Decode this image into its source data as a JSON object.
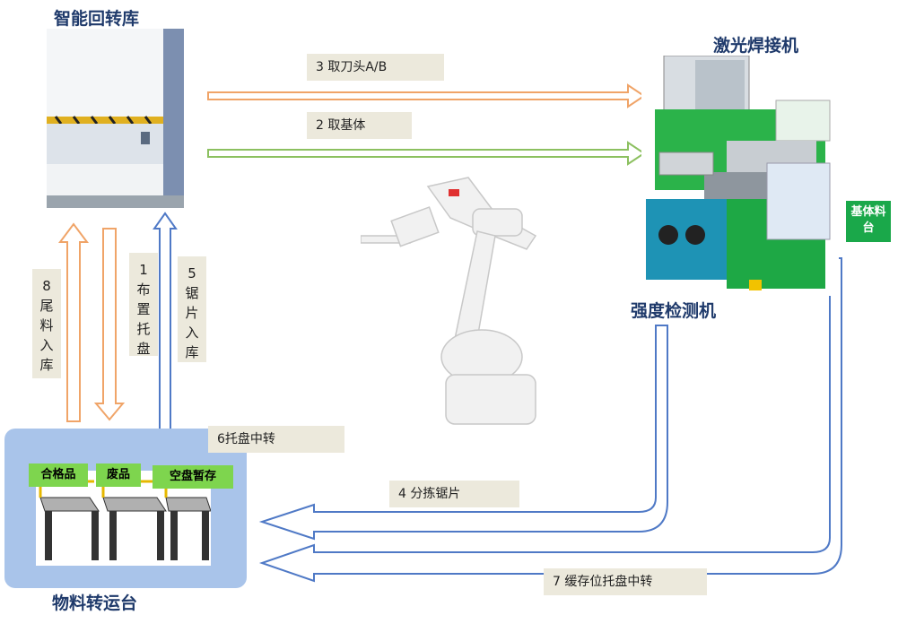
{
  "labels": {
    "storage": "智能回转库",
    "welder": "激光焊接机",
    "tester": "强度检测机",
    "transfer": "物料转运台",
    "base_feed": "基体料台"
  },
  "steps": [
    {
      "id": "3",
      "text": "3  取刀头A/B"
    },
    {
      "id": "2",
      "text": "2 取基体"
    },
    {
      "id": "6",
      "text": "6托盘中转"
    },
    {
      "id": "4",
      "text": "4 分拣锯片"
    },
    {
      "id": "7",
      "text": "7 缓存位托盘中转"
    }
  ],
  "vsteps": [
    {
      "id": "8",
      "chars": [
        "8",
        "尾",
        "料",
        "入",
        "库"
      ]
    },
    {
      "id": "1",
      "chars": [
        "1",
        "布",
        "置",
        "托",
        "盘"
      ]
    },
    {
      "id": "5",
      "chars": [
        "5",
        "锯",
        "片",
        "入",
        "库"
      ]
    }
  ],
  "bins": [
    "合格品",
    "废品",
    "空盘暂存"
  ],
  "colors": {
    "orange": "#f0a468",
    "green": "#8cc060",
    "blue": "#4f79c6",
    "accent_green": "#1aa84a",
    "panel_blue": "#a9c4ea"
  }
}
